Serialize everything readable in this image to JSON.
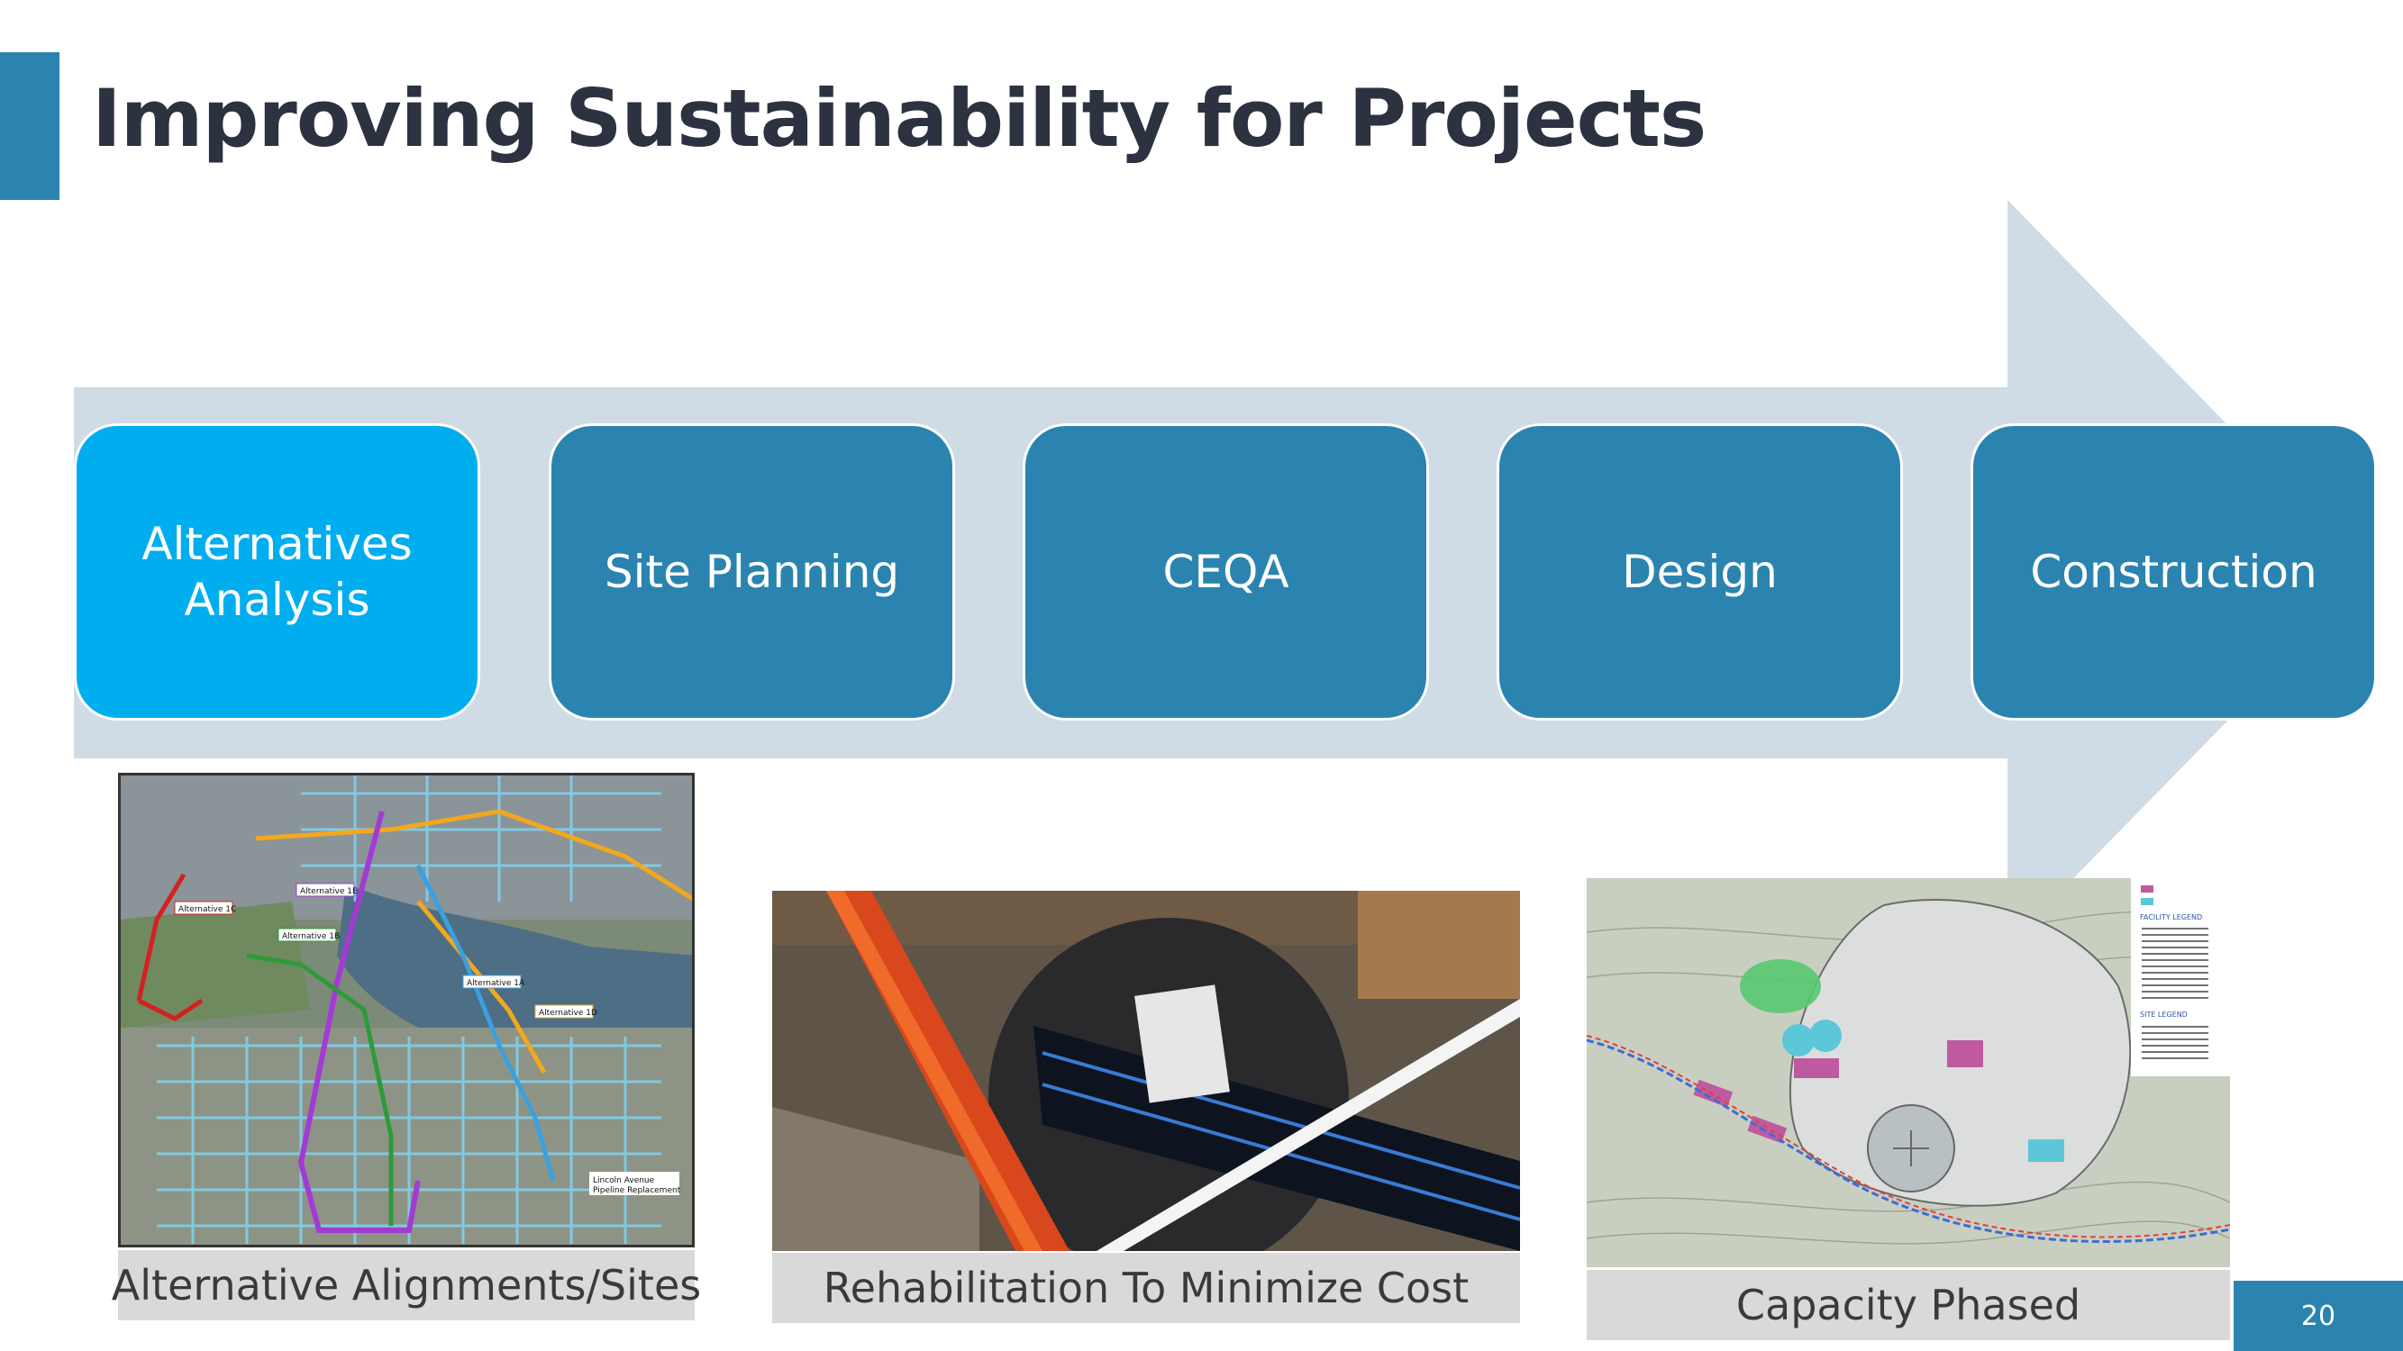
{
  "slide": {
    "title": "Improving Sustainability for Projects",
    "page_number": "20"
  },
  "process": {
    "steps": [
      {
        "label": "Alternatives\nAnalysis",
        "active": true
      },
      {
        "label": "Site Planning",
        "active": false
      },
      {
        "label": "CEQA",
        "active": false
      },
      {
        "label": "Design",
        "active": false
      },
      {
        "label": "Construction",
        "active": false
      }
    ]
  },
  "images": [
    {
      "caption": "Alternative Alignments/Sites",
      "labels": [
        "Alternative 1C",
        "Alternative 1E",
        "Alternative 1B",
        "Alternative 1A",
        "Alternative 1D",
        "Lincoln Avenue\nPipeline Replacement"
      ]
    },
    {
      "caption": "Rehabilitation To Minimize Cost"
    },
    {
      "caption": "Capacity Phased",
      "labels": [
        "FACILITY LEGEND",
        "SITE LEGEND"
      ]
    }
  ],
  "colors": {
    "accent": "#2b84b0",
    "active_step": "#00aef0",
    "arrow": "#cfdbe5",
    "title_text": "#2c3240",
    "caption_bg": "#d9d9d9"
  }
}
